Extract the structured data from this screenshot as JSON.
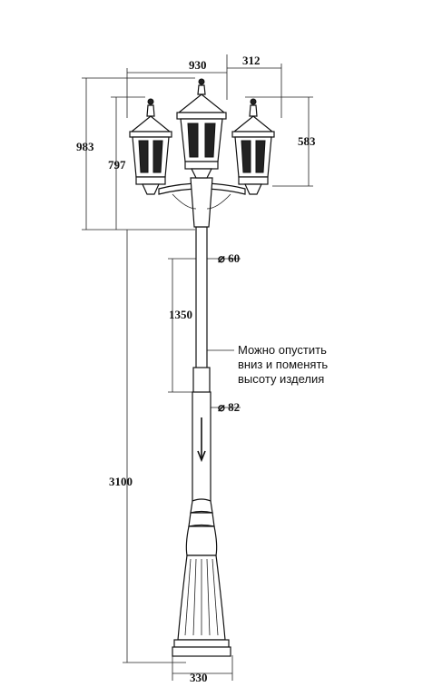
{
  "dimensions": {
    "total_width": "930",
    "lantern_offset": "312",
    "head_height": "983",
    "lantern_height": "797",
    "side_lantern_height": "583",
    "pole_diameter_top": "60",
    "adjust_range": "1350",
    "pole_diameter_bottom": "82",
    "pole_height": "3100",
    "base_width": "330"
  },
  "annotation": {
    "line1": "Можно опустить",
    "line2": "вниз и поменять",
    "line3": "высоту изделия"
  }
}
